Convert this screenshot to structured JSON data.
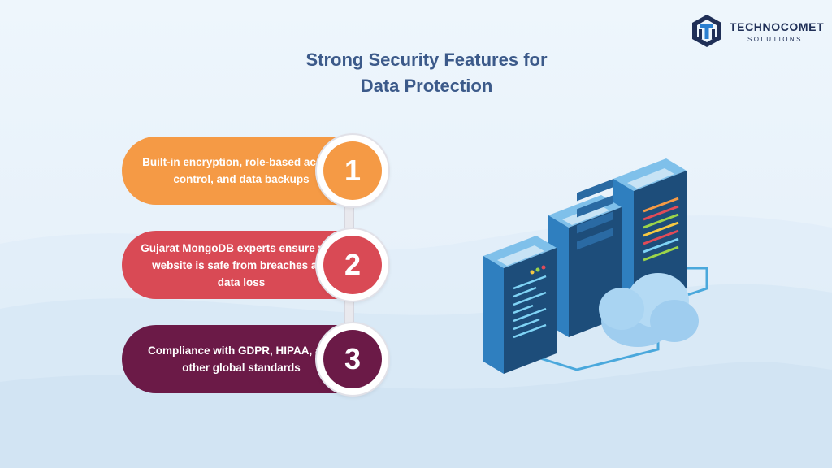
{
  "brand": {
    "name": "TECHNOCOMET",
    "tagline": "SOLUTIONS"
  },
  "title": {
    "line1": "Strong Security Features for",
    "line2": "Data Protection"
  },
  "steps": [
    {
      "number": "1",
      "text": "Built-in encryption, role-based access control, and data backups",
      "color": "#f59a45"
    },
    {
      "number": "2",
      "text": "Gujarat MongoDB experts ensure your website is safe from breaches and data loss",
      "color": "#d94a55"
    },
    {
      "number": "3",
      "text": "Compliance with GDPR, HIPAA, and other global standards",
      "color": "#6b1a47"
    }
  ],
  "colors": {
    "title": "#3c5a8a",
    "server_body": "#2f7fbf",
    "server_dark": "#1d4d7a",
    "cloud": "#9fcdef",
    "wire": "#4aa8dc"
  },
  "illustration": {
    "icons": [
      "server-rack-icon",
      "server-rack-icon",
      "server-rack-icon",
      "cloud-icon"
    ]
  }
}
